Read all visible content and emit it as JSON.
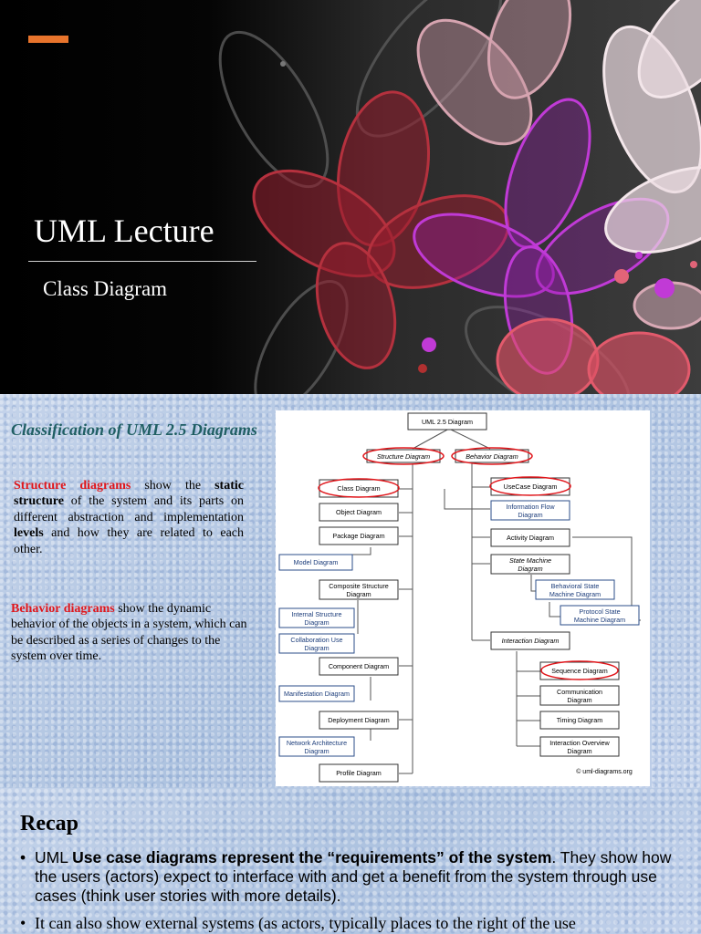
{
  "slide1": {
    "title": "UML Lecture",
    "subtitle": "Class Diagram",
    "accent_color": "#e8742c"
  },
  "slide2": {
    "heading": "Classification of UML 2.5 Diagrams",
    "structure_para": {
      "term": "Structure diagrams",
      "t1": " show the ",
      "b1": "static structure",
      "t2": " of the system and its parts on different abstraction and implementation ",
      "b2": "levels",
      "t3": " and how they are related to each other."
    },
    "behavior_para": {
      "term": "Behavior diagrams",
      "rest": " show the dynamic behavior of the objects in a system, which can be described as a series of changes to the system over time."
    },
    "diagram": {
      "root": "UML 2.5 Diagram",
      "structure": "Structure Diagram",
      "behavior": "Behavior Diagram",
      "class": "Class Diagram",
      "object": "Object Diagram",
      "package": "Package Diagram",
      "model": "Model Diagram",
      "composite_l1": "Composite Structure",
      "composite_l2": "Diagram",
      "internal_l1": "Internal Structure",
      "internal_l2": "Diagram",
      "collab_l1": "Collaboration Use",
      "collab_l2": "Diagram",
      "component": "Component Diagram",
      "manifestation": "Manifestation Diagram",
      "deployment": "Deployment Diagram",
      "network_l1": "Network Architecture",
      "network_l2": "Diagram",
      "profile": "Profile Diagram",
      "usecase": "UseCase Diagram",
      "infoflow_l1": "Information Flow",
      "infoflow_l2": "Diagram",
      "activity": "Activity Diagram",
      "statemachine_l1": "State Machine",
      "statemachine_l2": "Diagram",
      "behavioral_l1": "Behavioral State",
      "behavioral_l2": "Machine Diagram",
      "protocol_l1": "Protocol State",
      "protocol_l2": "Machine Diagram",
      "interaction": "Interaction Diagram",
      "sequence": "Sequence Diagram",
      "communication_l1": "Communication",
      "communication_l2": "Diagram",
      "timing": "Timing Diagram",
      "overview_l1": "Interaction Overview",
      "overview_l2": "Diagram",
      "credit": "© uml-diagrams.org"
    }
  },
  "slide3": {
    "title": "Recap",
    "bullet_symbol": "•",
    "bullet1": {
      "t1": "UML ",
      "bold": "Use case diagrams represent the “requirements” of the system",
      "t2": ". They show how the users (actors) expect to interface with and get a benefit from the system through use cases (think user stories with more details)."
    },
    "bullet2": "It can also show external systems (as actors, typically places to the right of the use"
  }
}
